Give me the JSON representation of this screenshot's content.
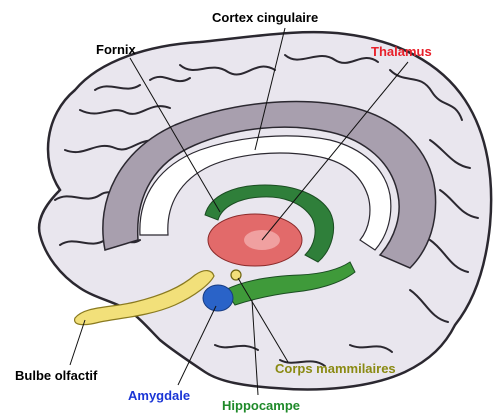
{
  "labels": {
    "cortex_cingulaire": "Cortex cingulaire",
    "fornix": "Fornix",
    "thalamus": "Thalamus",
    "bulbe_olfactif": "Bulbe olfactif",
    "amygdale": "Amygdale",
    "hippocampe": "Hippocampe",
    "corps_mammilaires": "Corps mammilaires"
  },
  "colors": {
    "label_default": "#000000",
    "thalamus": "#e8202a",
    "amygdale": "#1a35d6",
    "hippocampe": "#1f8a2a",
    "corps_mammilaires": "#8a8a12",
    "cortex_fill": "#e9e6ee",
    "cortex_outline": "#2b2830",
    "cingulate_fill": "#a89fae",
    "thalamus_fill": "#e26a6a",
    "fornix_fill": "#2f7f3a",
    "olfactory_fill": "#f2e07a",
    "amygdala_fill": "#2a63c8"
  }
}
